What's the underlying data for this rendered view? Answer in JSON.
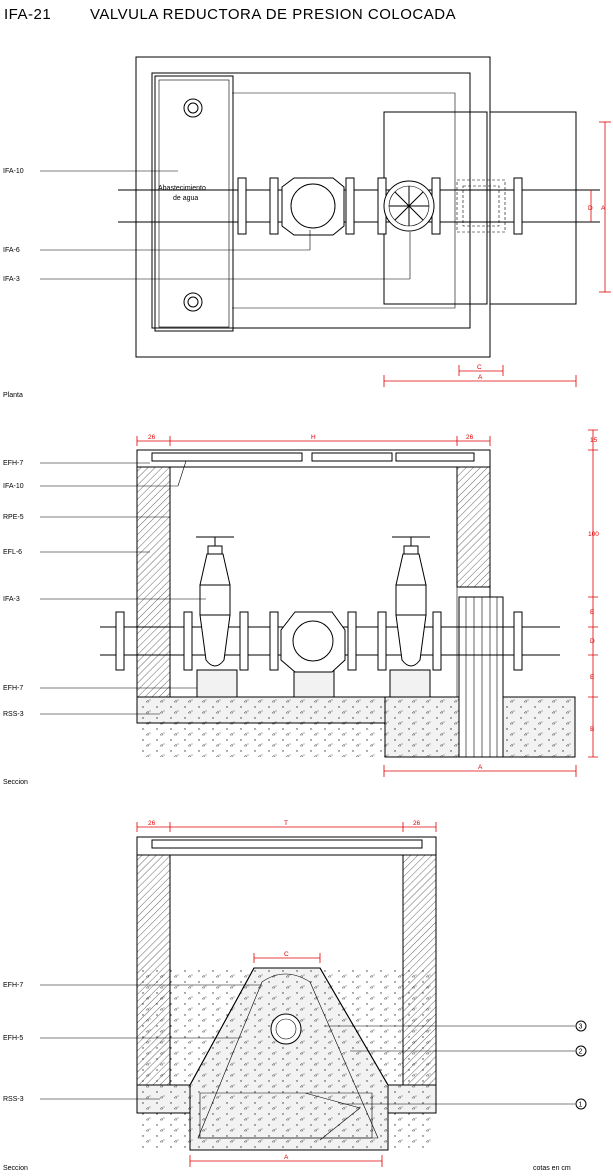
{
  "title": {
    "code": "IFA-21",
    "text": "VALVULA REDUCTORA DE PRESION COLOCADA"
  },
  "plan": {
    "caption": "Planta",
    "labels": [
      "IFA-10",
      "IFA-6",
      "IFA-3"
    ],
    "supply_text_1": "Abastecimiento",
    "supply_text_2": "de agua",
    "dims": {
      "a_bottom": "A",
      "c_bottom": "C",
      "a_right": "A",
      "d_right": "D"
    }
  },
  "section1": {
    "caption": "Seccion",
    "labels": [
      "EFH-7",
      "IFA-10",
      "RPE-5",
      "EFL-6",
      "IFA-3",
      "EFH-7",
      "RSS-3"
    ],
    "dims": {
      "left_26": "26",
      "h": "H",
      "right_26": "26",
      "top_15": "15",
      "v_100": "100",
      "e1": "E",
      "d": "D",
      "e2": "E",
      "b": "B",
      "a": "A"
    }
  },
  "section2": {
    "caption": "Seccion",
    "units_note": "cotas en cm",
    "labels": [
      "EFH-7",
      "EFH-5",
      "RSS-3"
    ],
    "dims": {
      "left_26": "26",
      "t": "T",
      "right_26": "26",
      "c": "C",
      "a": "A"
    },
    "callouts": [
      "3",
      "2",
      "1"
    ]
  },
  "colors": {
    "line": "#000000",
    "dimension": "#e00000",
    "concrete": "#f2f2f2"
  }
}
